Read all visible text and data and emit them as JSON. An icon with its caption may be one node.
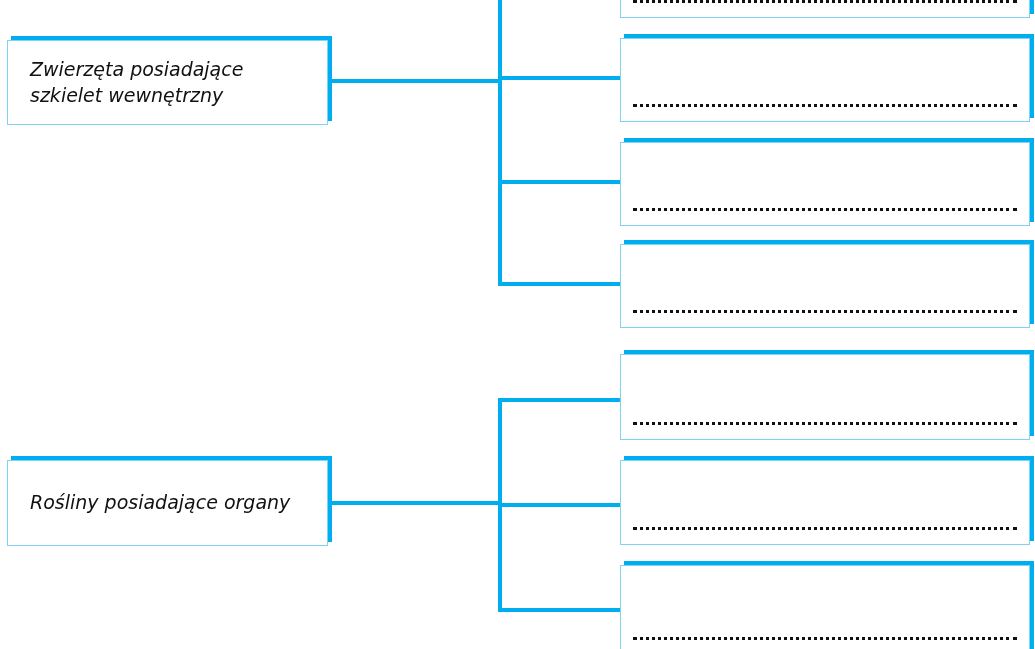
{
  "diagram": {
    "nodes": [
      {
        "text": [
          "Zwierzęta posiadające szkielet wewnętrzny"
        ]
      },
      {
        "text": [],
        "shape": "box"
      },
      {
        "text": [],
        "shape": "box"
      },
      {
        "text": [],
        "shape": "box"
      },
      {
        "text": [],
        "shape": "box"
      },
      {
        "text": [
          "Rośliny posiadające organy"
        ]
      },
      {
        "text": [],
        "shape": "box"
      },
      {
        "text": [],
        "shape": "box"
      },
      {
        "text": [],
        "shape": "box"
      }
    ],
    "edges": [
      {
        "from": 0,
        "to": 1,
        "arrow": "none"
      },
      {
        "from": 0,
        "to": 2,
        "arrow": "none"
      },
      {
        "from": 0,
        "to": 3,
        "arrow": "none"
      },
      {
        "from": 0,
        "to": 4,
        "arrow": "none"
      },
      {
        "from": 5,
        "to": 6,
        "arrow": "none"
      },
      {
        "from": 5,
        "to": 7,
        "arrow": "none"
      },
      {
        "from": 5,
        "to": 8,
        "arrow": "none"
      }
    ]
  }
}
